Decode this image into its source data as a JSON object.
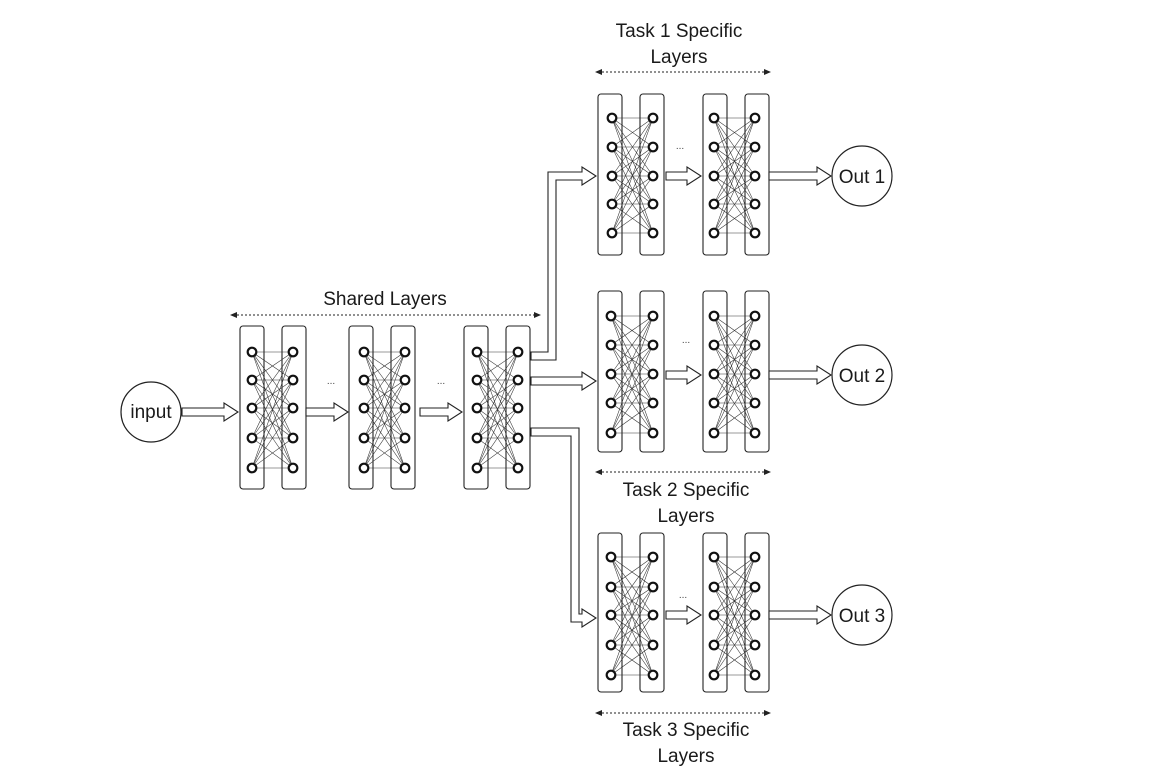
{
  "nodes": {
    "input": "input",
    "out1": "Out 1",
    "out2": "Out 2",
    "out3": "Out 3"
  },
  "labels": {
    "shared_layers": "Shared Layers",
    "task1": [
      "Task 1 Specific",
      "Layers"
    ],
    "task2": [
      "Task 2 Specific",
      "Layers"
    ],
    "task3": [
      "Task 3 Specific",
      "Layers"
    ]
  },
  "ellipsis": "..."
}
